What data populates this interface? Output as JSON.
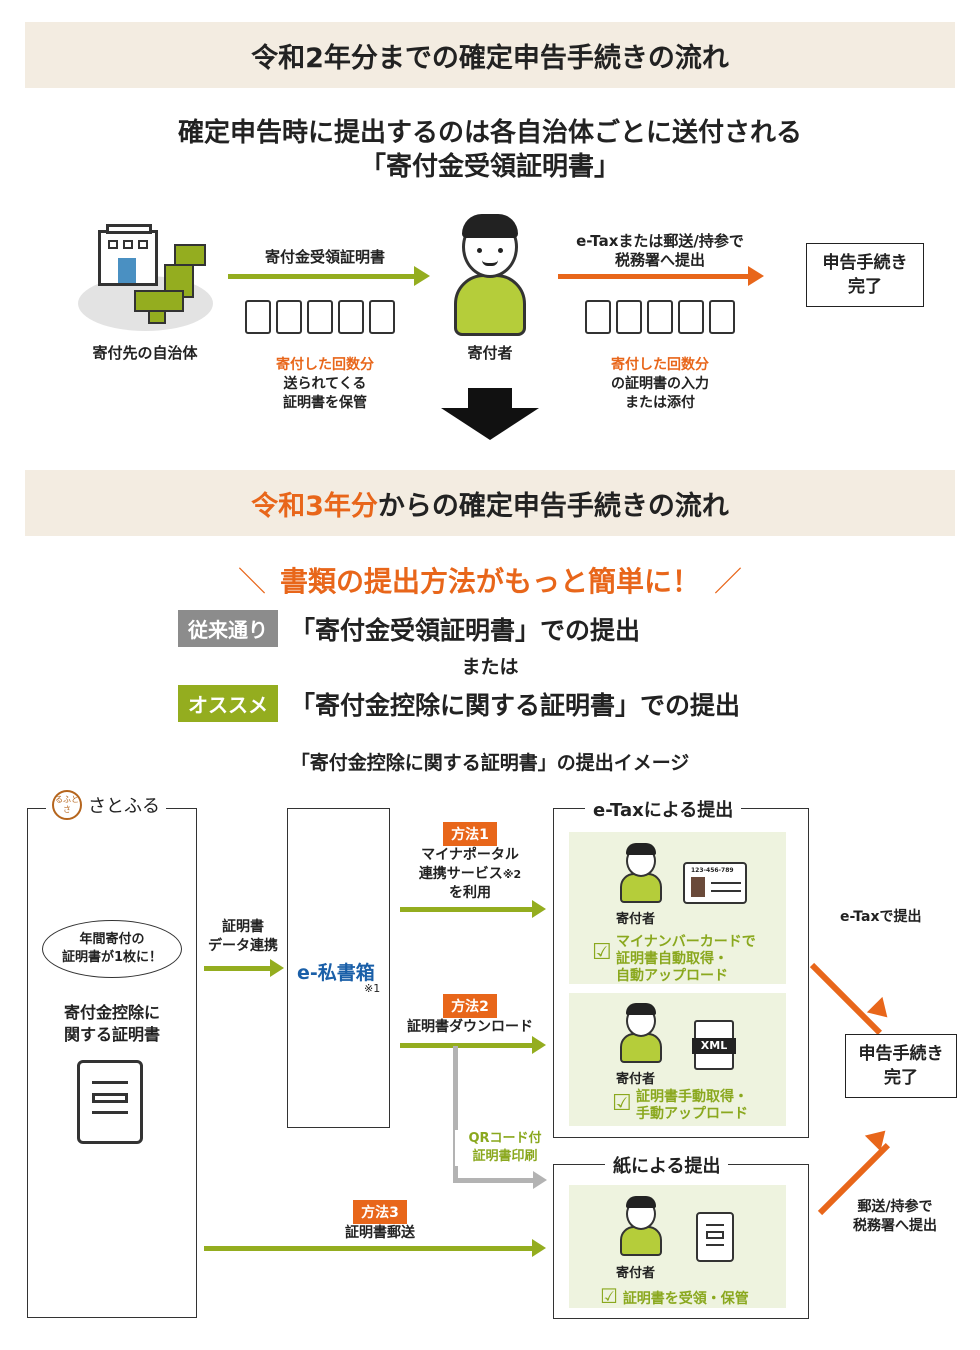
{
  "section1": {
    "title": "令和2年分までの確定申告手続きの流れ",
    "subtitle_line1": "確定申告時に提出するのは各自治体ごとに送付される",
    "subtitle_line2": "「寄付金受領証明書」",
    "municipality_label": "寄付先の自治体",
    "arrow1_label": "寄付金受領証明書",
    "note1_highlight": "寄付した回数分",
    "note1_line2": "送られてくる",
    "note1_line3": "証明書を保管",
    "donor_label": "寄付者",
    "arrow2_label_line1": "e-Taxまたは郵送/持参で",
    "arrow2_label_line2": "税務署へ提出",
    "note2_highlight": "寄付した回数分",
    "note2_line2": "の証明書の入力",
    "note2_line3": "または添付",
    "complete_line1": "申告手続き",
    "complete_line2": "完了"
  },
  "section2": {
    "title_highlight": "令和3年分",
    "title_rest": "からの確定申告手続きの流れ",
    "slogan": "書類の提出方法がもっと簡単に！",
    "traditional_tag": "従来通り",
    "traditional_text": "「寄付金受領証明書」での提出",
    "or": "または",
    "recommend_tag": "オススメ",
    "recommend_text": "「寄付金控除に関する証明書」での提出",
    "image_caption": "「寄付金控除に関する証明書」の提出イメージ"
  },
  "diagram": {
    "satofull_logo_text": "さとふる",
    "logo_seal_text": "るふとさ",
    "bubble_line1": "年間寄付の",
    "bubble_line2": "証明書が1枚に！",
    "cert_line1": "寄付金控除に",
    "cert_line2": "関する証明書",
    "data_link_line1": "証明書",
    "data_link_line2": "データ連携",
    "eshishobako_prefix": "e-",
    "eshishobako_name": "私書箱",
    "eshishobako_note": "※1",
    "method1_tag": "方法1",
    "method1_line1": "マイナポータル",
    "method1_line2": "連携サービス",
    "method1_note": "※2",
    "method1_line3": "を利用",
    "method2_tag": "方法2",
    "method2_text": "証明書ダウンロード",
    "qr_line1": "QRコード付",
    "qr_line2": "証明書印刷",
    "method3_tag": "方法3",
    "method3_text": "証明書郵送",
    "etax_header": "e-Taxによる提出",
    "paper_header": "紙による提出",
    "donor": "寄付者",
    "mynumber_card_number": "123-456-789",
    "panel1_line1": "マイナンバーカードで",
    "panel1_line2": "証明書自動取得・",
    "panel1_line3": "自動アップロード",
    "xml_label": "XML",
    "panel2_line1": "証明書手動取得・",
    "panel2_line2": "手動アップロード",
    "panel3_line1": "証明書を受領・保管",
    "check_mark": "☑",
    "etax_submit": "e-Taxで提出",
    "mail_line1": "郵送/持参で",
    "mail_line2": "税務署へ提出",
    "complete_line1": "申告手続き",
    "complete_line2": "完了"
  },
  "colors": {
    "banner_bg": "#f3ece1",
    "orange": "#e8661a",
    "green": "#94ad1f",
    "panel_bg": "#eef3df",
    "gray_tag": "#8c8c8c"
  }
}
